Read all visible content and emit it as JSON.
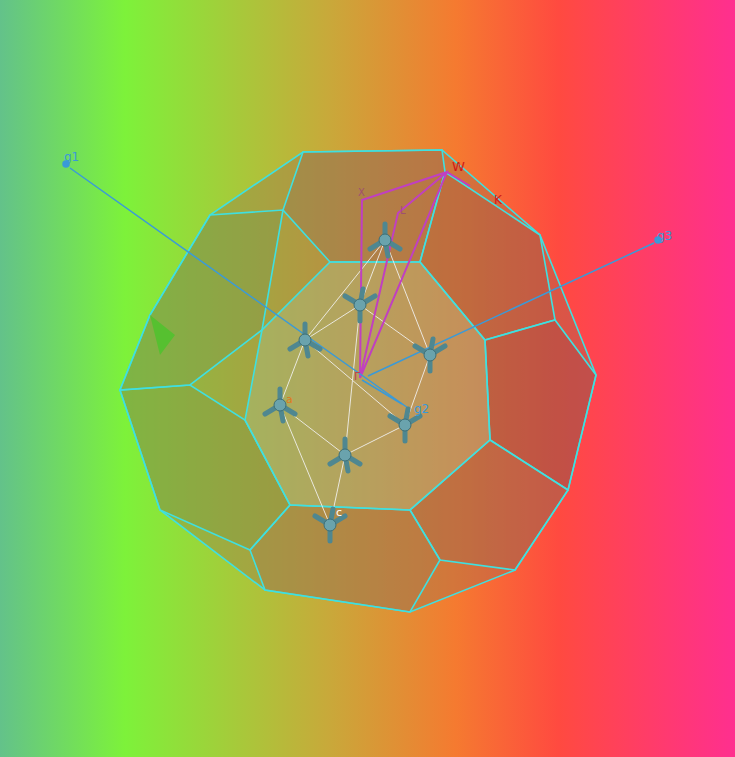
{
  "diagram": {
    "labels": [
      "g1",
      "W",
      "K",
      "X",
      "L",
      "g3",
      "Γ",
      "g2",
      "a",
      "c"
    ]
  }
}
